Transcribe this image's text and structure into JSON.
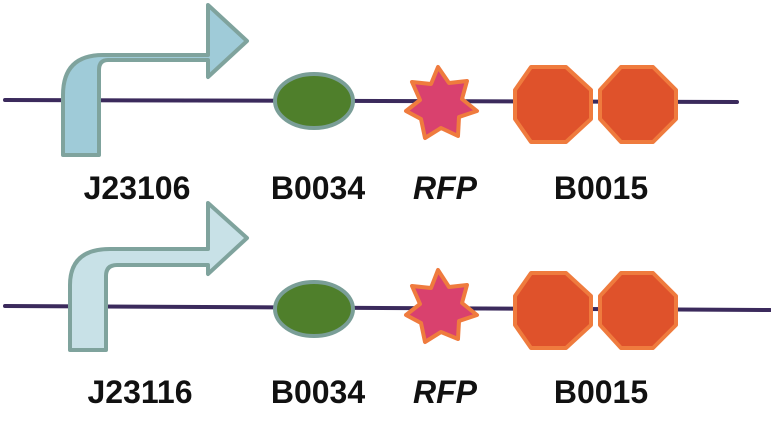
{
  "constructs": [
    {
      "promoter": "J23106",
      "rbs": "B0034",
      "cds": "RFP",
      "terminator": "B0015",
      "promoter_color": "#9fcbd8"
    },
    {
      "promoter": "J23116",
      "rbs": "B0034",
      "cds": "RFP",
      "terminator": "B0015",
      "promoter_color": "#c8e1e7"
    }
  ],
  "colors": {
    "backbone": "#3b2a5c",
    "promoter_stroke": "#7fa39d",
    "rbs_fill": "#4f7f2b",
    "rbs_stroke": "#7a9e97",
    "cds_fill": "#d9416e",
    "cds_stroke": "#ef7b3e",
    "terminator_fill": "#df522b",
    "terminator_stroke": "#ef7b3e"
  }
}
